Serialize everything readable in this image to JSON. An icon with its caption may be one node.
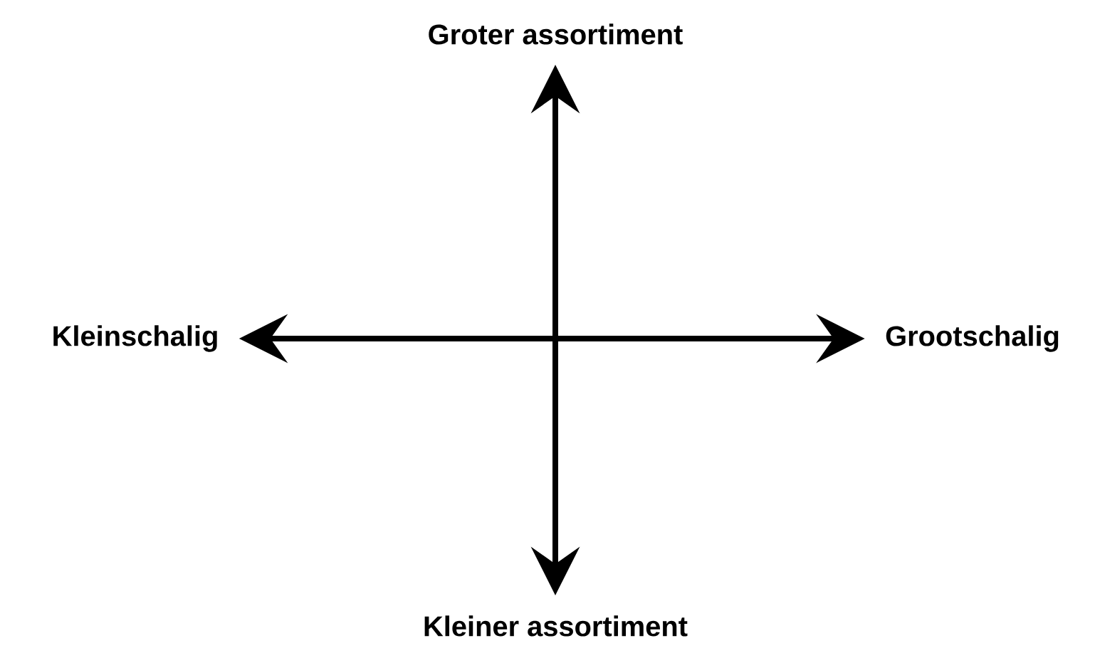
{
  "diagram": {
    "nodes": [
      {
        "text": [
          "Groter assortiment"
        ]
      },
      {
        "text": [
          "Kleinschalig"
        ]
      },
      {
        "text": [
          "Grootschalig"
        ]
      },
      {
        "text": [
          "Kleiner assortiment"
        ]
      }
    ],
    "edges": [
      {
        "from": 0,
        "to": 3,
        "arrow": "both"
      },
      {
        "from": 1,
        "to": 2,
        "arrow": "both"
      }
    ]
  }
}
